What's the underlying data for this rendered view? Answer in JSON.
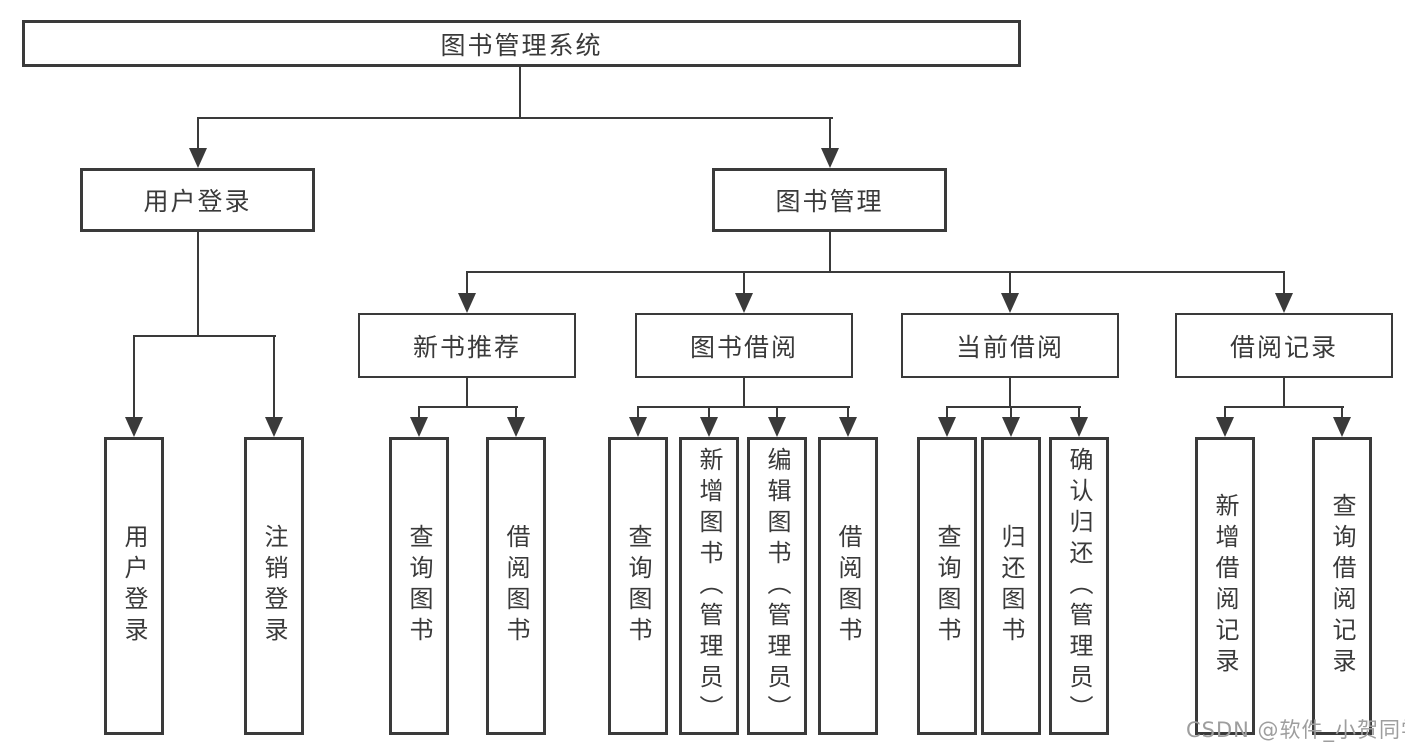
{
  "diagram": {
    "root": {
      "label": "图书管理系统",
      "children": [
        {
          "label": "用户登录",
          "children": [
            {
              "label": "用户登录"
            },
            {
              "label": "注销登录"
            }
          ]
        },
        {
          "label": "图书管理",
          "children": [
            {
              "label": "新书推荐",
              "children": [
                {
                  "label": "查询图书"
                },
                {
                  "label": "借阅图书"
                }
              ]
            },
            {
              "label": "图书借阅",
              "children": [
                {
                  "label": "查询图书"
                },
                {
                  "label": "新增图书（管理员）"
                },
                {
                  "label": "编辑图书（管理员）"
                },
                {
                  "label": "借阅图书"
                }
              ]
            },
            {
              "label": "当前借阅",
              "children": [
                {
                  "label": "查询图书"
                },
                {
                  "label": "归还图书"
                },
                {
                  "label": "确认归还（管理员）"
                }
              ]
            },
            {
              "label": "借阅记录",
              "children": [
                {
                  "label": "新增借阅记录"
                },
                {
                  "label": "查询借阅记录"
                }
              ]
            }
          ]
        }
      ]
    }
  },
  "watermark": {
    "text": "CSDN @软件_小贺同学"
  },
  "colors": {
    "line": "#3a3a3a",
    "text": "#3a3a3a",
    "watermark": "#9e9e9e",
    "background": "#ffffff"
  }
}
